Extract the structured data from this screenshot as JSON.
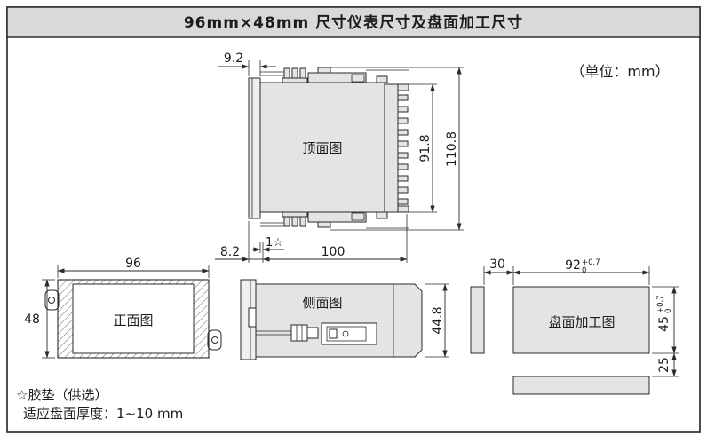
{
  "title": "96mm×48mm 尺寸仪表尺寸及盘面加工尺寸",
  "unit_label": "（单位：mm）",
  "views": {
    "top_label": "顶面图",
    "front_label": "正面图",
    "side_label": "侧面图",
    "panel_label": "盘面加工图"
  },
  "dims": {
    "front_depth": "9.2",
    "case_width": "91.8",
    "overall_width": "110.8",
    "rear_depth": "8.2",
    "gasket_thickness": "1☆",
    "case_depth": "100",
    "front_width": "96",
    "front_height": "48",
    "side_height": "44.8",
    "cutout_gap": "30",
    "cutout_width": "92",
    "cutout_width_tol_upper": "+0.7",
    "cutout_width_tol_lower": "0",
    "cutout_height": "45",
    "cutout_height_tol_upper": "+0.7",
    "cutout_height_tol_lower": "0",
    "cutout_row_gap": "25"
  },
  "notes": {
    "line1": "☆胶垫（供选）",
    "line2": "适应盘面厚度：1~10 mm"
  },
  "colors": {
    "titlebar_bg": "#d9d9d9",
    "part_fill": "#e4e4e4",
    "line": "#2a2a2a"
  }
}
